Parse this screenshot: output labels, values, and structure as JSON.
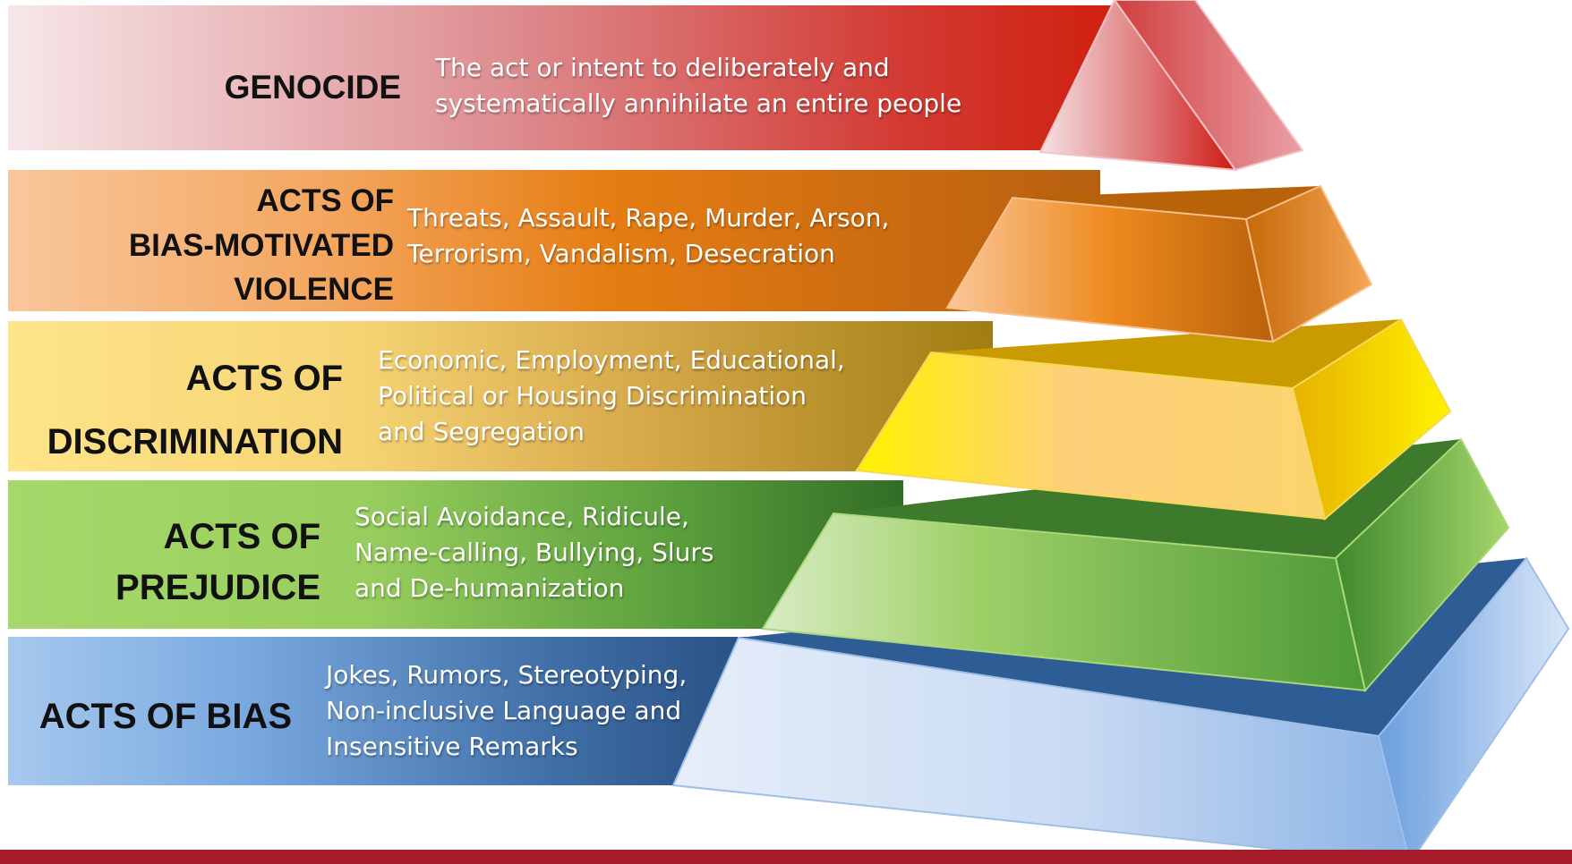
{
  "levels": [
    {
      "name": "GENOCIDE",
      "description": "The act or intent to deliberately and\nsystematically annihilate an entire people",
      "color": "#cf1f0d"
    },
    {
      "name": "ACTS OF\nBIAS-MOTIVATED\nVIOLENCE",
      "description": "Threats, Assault, Rape, Murder, Arson,\nTerrorism, Vandalism, Desecration",
      "color": "#e67d12"
    },
    {
      "name": "ACTS OF\nDISCRIMINATION",
      "description": "Economic, Employment, Educational,\nPolitical or Housing Discrimination\nand Segregation",
      "color": "#f0c20a"
    },
    {
      "name": "ACTS OF\nPREJUDICE",
      "description": "Social Avoidance, Ridicule,\nName-calling, Bullying, Slurs\nand De-humanization",
      "color": "#5aa43c"
    },
    {
      "name": "ACTS OF BIAS",
      "description": "Jokes, Rumors, Stereotyping,\nNon-inclusive Language and\nInsensitive Remarks",
      "color": "#5c95d8"
    }
  ],
  "bottom_bar_color": "#a61c2a"
}
